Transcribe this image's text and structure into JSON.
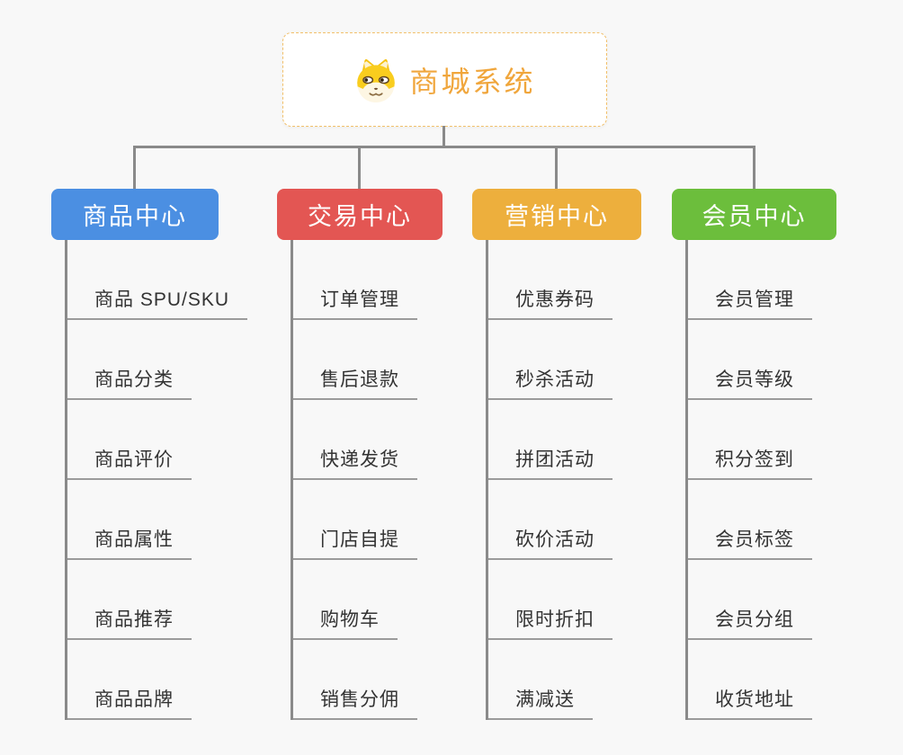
{
  "root": {
    "title": "商城系统",
    "icon": "dog-face-icon",
    "text_color": "#f0a63c",
    "border_color": "#f2c06a"
  },
  "connector_color": "#8a8a8a",
  "background_color": "#f8f8f8",
  "branches": [
    {
      "label": "商品中心",
      "color": "#4b8fe2",
      "items": [
        "商品 SPU/SKU",
        "商品分类",
        "商品评价",
        "商品属性",
        "商品推荐",
        "商品品牌"
      ]
    },
    {
      "label": "交易中心",
      "color": "#e35653",
      "items": [
        "订单管理",
        "售后退款",
        "快递发货",
        "门店自提",
        "购物车",
        "销售分佣"
      ]
    },
    {
      "label": "营销中心",
      "color": "#edaf3d",
      "items": [
        "优惠券码",
        "秒杀活动",
        "拼团活动",
        "砍价活动",
        "限时折扣",
        "满减送"
      ]
    },
    {
      "label": "会员中心",
      "color": "#6cbe3c",
      "items": [
        "会员管理",
        "会员等级",
        "积分签到",
        "会员标签",
        "会员分组",
        "收货地址"
      ]
    }
  ]
}
